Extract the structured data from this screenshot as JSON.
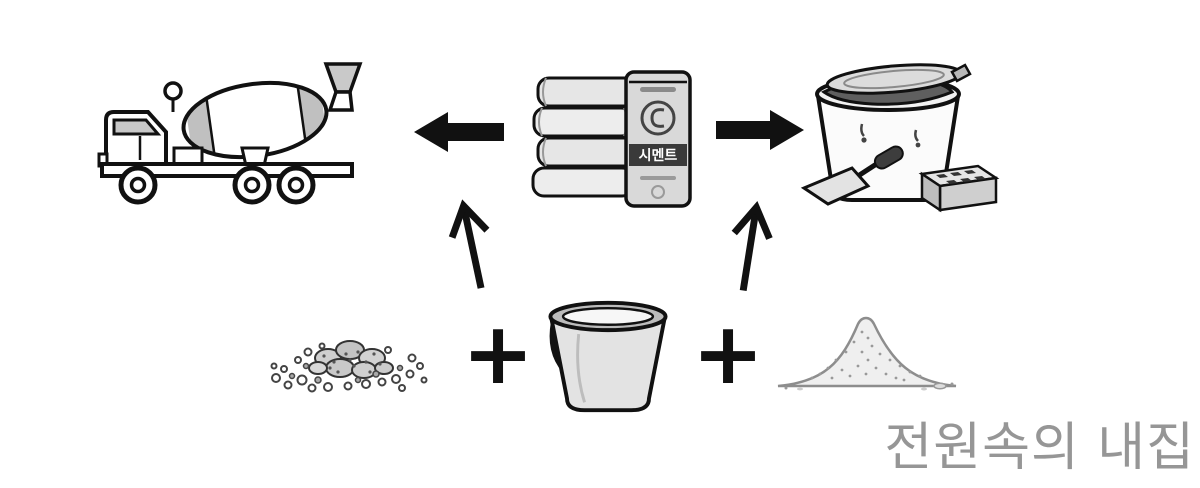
{
  "diagram": {
    "cement_bag": {
      "label": "시멘트"
    },
    "operators": {
      "plus_left": "+",
      "plus_right": "+"
    },
    "watermark": {
      "text": "전원속의 내집"
    },
    "colors": {
      "ink": "#111111",
      "mid_gray": "#c0c0c0",
      "light_gray": "#e8e8e8",
      "watermark_gray": "#969696"
    },
    "icons": {
      "mixer_truck": "concrete-mixer-truck",
      "cement_bags": "cement-bag-stack",
      "mortar_set": "mortar-bucket-trowel-brick",
      "gravel": "gravel-pile",
      "water": "water-bucket",
      "sand": "sand-pile",
      "arrow_left": "thick-left-arrow",
      "arrow_right": "thick-right-arrow",
      "arrow_up": "thin-up-arrow",
      "plus": "plus-operator"
    }
  }
}
